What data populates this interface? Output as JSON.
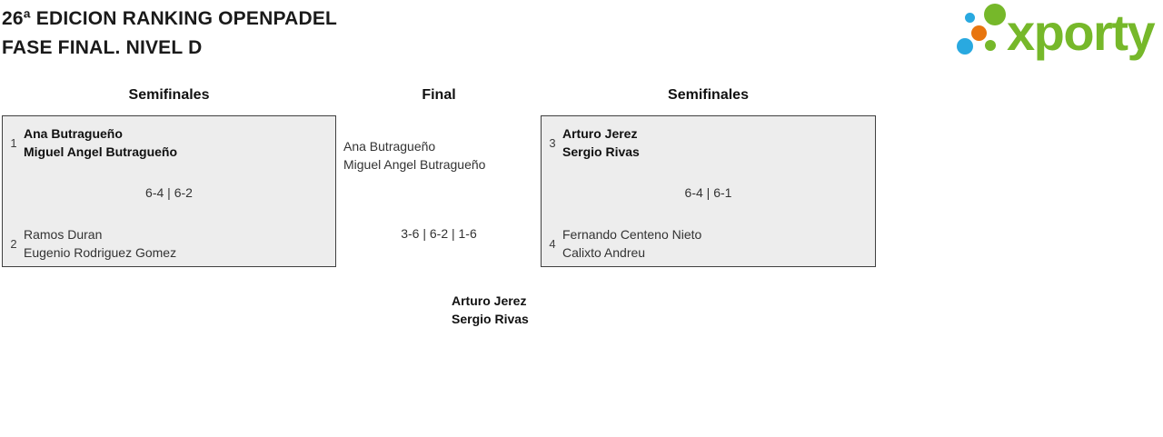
{
  "header": {
    "title_line1": "26ª EDICION RANKING OPENPADEL",
    "title_line2": "FASE FINAL. NIVEL D"
  },
  "logo": {
    "brand": "xporty",
    "green": "#76b82a",
    "blue": "#29a9e0",
    "orange": "#e8750f"
  },
  "bracket": {
    "columns": {
      "left_header": "Semifinales",
      "center_header": "Final",
      "right_header": "Semifinales"
    },
    "semifinal_left": {
      "team1": {
        "seed": "1",
        "player1": "Ana Butragueño",
        "player2": "Miguel Angel Butragueño"
      },
      "score": "6-4 | 6-2",
      "team2": {
        "seed": "2",
        "player1": "Ramos Duran",
        "player2": "Eugenio Rodriguez Gomez"
      }
    },
    "semifinal_right": {
      "team1": {
        "seed": "3",
        "player1": "Arturo Jerez",
        "player2": "Sergio Rivas"
      },
      "score": "6-4 | 6-1",
      "team2": {
        "seed": "4",
        "player1": "Fernando Centeno Nieto",
        "player2": "Calixto Andreu"
      }
    },
    "final": {
      "finalist": {
        "player1": "Ana Butragueño",
        "player2": "Miguel Angel Butragueño"
      },
      "score": "3-6 | 6-2 | 1-6",
      "winner": {
        "player1": "Arturo Jerez",
        "player2": "Sergio Rivas"
      }
    }
  }
}
